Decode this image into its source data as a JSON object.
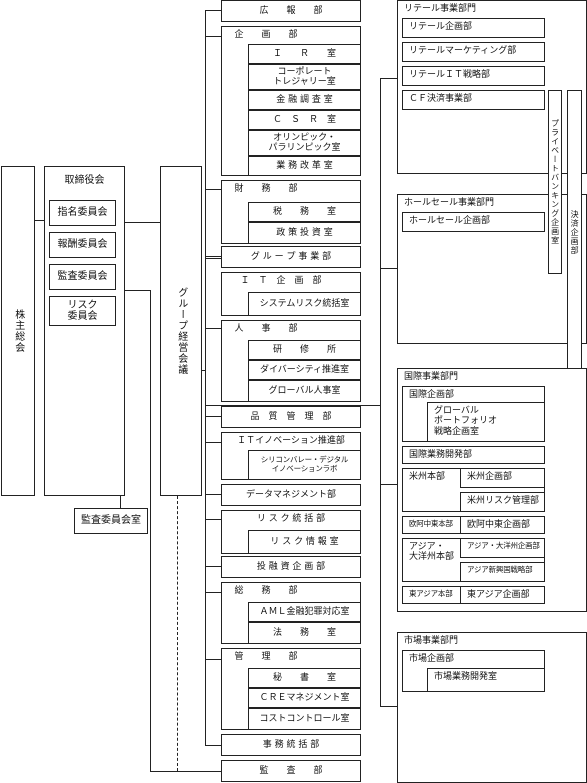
{
  "shareholders": "株主総会",
  "board": {
    "title": "取締役会",
    "committees": [
      "指名委員会",
      "報酬委員会",
      "監査委員会",
      "リスク\n委員会"
    ],
    "audit_office": "監査委員会室"
  },
  "group_council": "グループ経営会議",
  "departments": {
    "koho": "広　　報　　部",
    "kikaku": "企　　画　　部",
    "kikaku_subs": [
      "Ｉ　　Ｒ　　室",
      "コーポレート\nトレジャリー室",
      "金 融 調 査 室",
      "Ｃ　Ｓ　Ｒ　室",
      "オリンピック・\nパラリンピック室",
      "業 務 改 革 室"
    ],
    "zaimu": "財　　務　　部",
    "zaimu_subs": [
      "税　　務　　室",
      "政 策 投 資 室"
    ],
    "group_jigyo": "グ ル ー プ 事 業 部",
    "it_kikaku": "Ｉ　Ｔ　企　画　部",
    "it_kikaku_subs": [
      "システムリスク統括室"
    ],
    "jinji": "人　　事　　部",
    "jinji_subs": [
      "研　　修　　所",
      "ダイバーシティ推進室",
      "グローバル人事室"
    ],
    "hinshitsu": "品　質　管　理　部",
    "it_innovation": "ＩＴイノベーション推進部",
    "it_innovation_subs": [
      "シリコンバレー・デジタル\nイノベーションラボ"
    ],
    "data_mgmt": "データマネジメント部",
    "risk": "リ ス ク 統 括 部",
    "risk_subs": [
      "リ ス ク 情 報 室"
    ],
    "toyushi": "投 融 資 企 画 部",
    "somu": "総　　務　　部",
    "somu_subs": [
      "ＡＭＬ金融犯罪対応室",
      "法　　務　　室"
    ],
    "kanri": "管　　理　　部",
    "kanri_subs": [
      "秘　　書　　室",
      "ＣＲＥマネジメント室",
      "コストコントロール室"
    ],
    "jimu": "事 務 統 括 部",
    "kansa": "監　　査　　部"
  },
  "retail": {
    "title": "リテール事業部門",
    "items": [
      "リテール企画部",
      "リテールマーケティング部",
      "リテールＩＴ戦略部",
      "ＣＦ決済事業部"
    ]
  },
  "private_banking": "プライベートバンキング企画室",
  "settlement": "決済企画部",
  "wholesale": {
    "title": "ホールセール事業部門",
    "items": [
      "ホールセール企画部"
    ]
  },
  "international": {
    "title": "国際事業部門",
    "planning": "国際企画部",
    "planning_sub": "グローバル\nポートフォリオ\n戦略企画室",
    "business_dev": "国際業務開発部",
    "americas": "米州本部",
    "americas_subs": [
      "米州企画部",
      "米州リスク管理部"
    ],
    "emea": "欧阿中東本部",
    "emea_sub": "欧阿中東企画部",
    "apac": "アジア・\n大洋州本部",
    "apac_subs": [
      "アジア・大洋州企画部",
      "アジア新興国戦略部"
    ],
    "east_asia": "東アジア本部",
    "east_asia_sub": "東アジア企画部"
  },
  "markets": {
    "title": "市場事業部門",
    "planning": "市場企画部",
    "planning_sub": "市場業務開発室"
  }
}
